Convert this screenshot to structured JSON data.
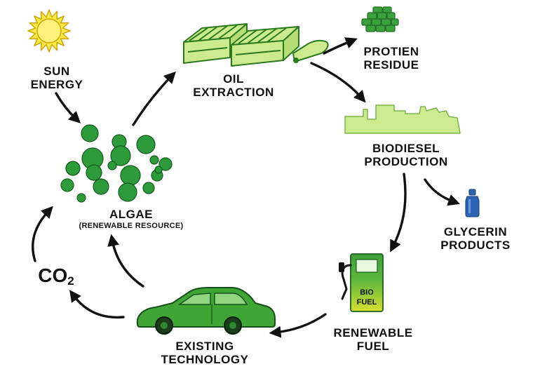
{
  "labels": {
    "sun": [
      "SUN",
      "ENERGY"
    ],
    "oil": [
      "OIL",
      "EXTRACTION"
    ],
    "protein": [
      "PROTIEN",
      "RESIDUE"
    ],
    "biodiesel": [
      "BIODIESEL",
      "PRODUCTION"
    ],
    "glycerin": [
      "GLYCERIN",
      "PRODUCTS"
    ],
    "renewable_fuel": [
      "RENEWABLE",
      "FUEL"
    ],
    "existing": [
      "EXISTING",
      "TECHNOLOGY"
    ],
    "co2": {
      "main": "CO",
      "sub": "2"
    },
    "algae": {
      "title": "ALGAE",
      "subtitle": "(RENEWABLE RESOURCE)"
    }
  },
  "pump": {
    "line1": "BIO",
    "line2": "FUEL"
  },
  "colors": {
    "sun_fill": "#FFE84A",
    "sun_stroke": "#C9A800",
    "algae_green": "#2E9B3A",
    "algae_dark": "#0E5A1C",
    "light_green": "#CCEB8F",
    "lime": "#A8D86A",
    "car_green": "#3FA535",
    "pump_green": "#3E9F37",
    "pump_yellow": "#D8E02E",
    "bottle_blue": "#2C63B5",
    "arrow": "#111111"
  }
}
